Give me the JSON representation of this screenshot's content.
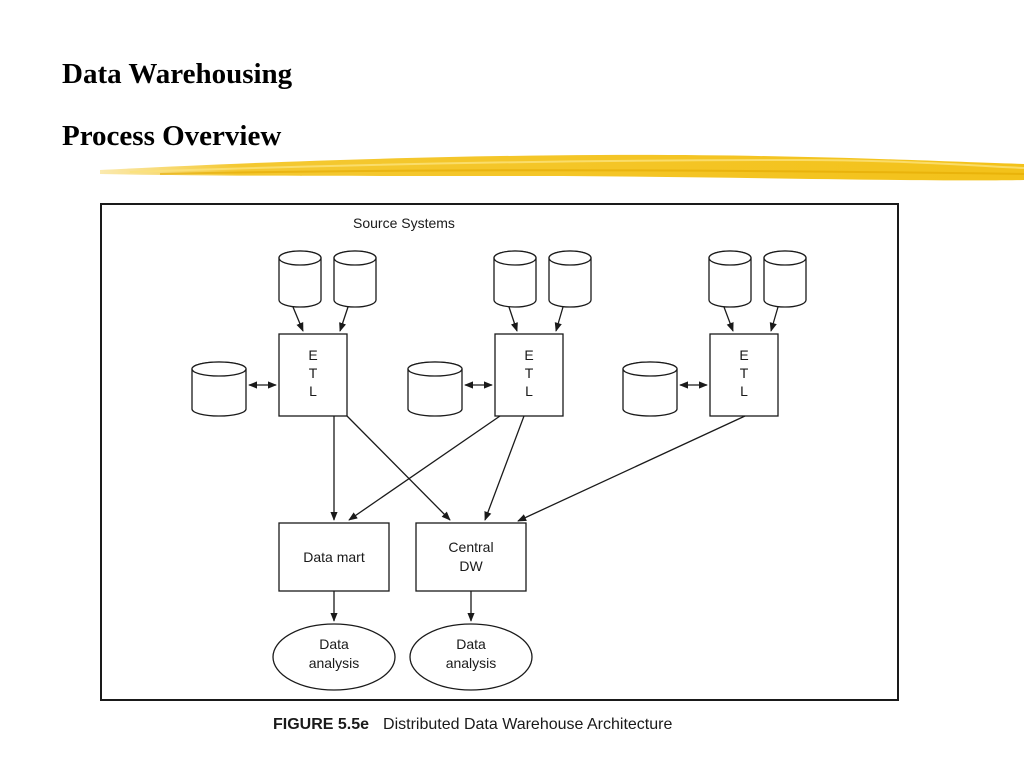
{
  "slide": {
    "title": "Data Warehousing",
    "subtitle": "Process Overview"
  },
  "diagram": {
    "source_label": "Source Systems",
    "etl_letters": [
      "E",
      "T",
      "L"
    ],
    "data_mart_label": "Data mart",
    "central_dw_label": [
      "Central",
      "DW"
    ],
    "analysis_label": [
      "Data",
      "analysis"
    ]
  },
  "caption": {
    "label": "FIGURE 5.5e",
    "text": "Distributed Data Warehouse Architecture"
  },
  "colors": {
    "highlight_stroke": "#f3c21a",
    "line": "#1a1a1a"
  }
}
